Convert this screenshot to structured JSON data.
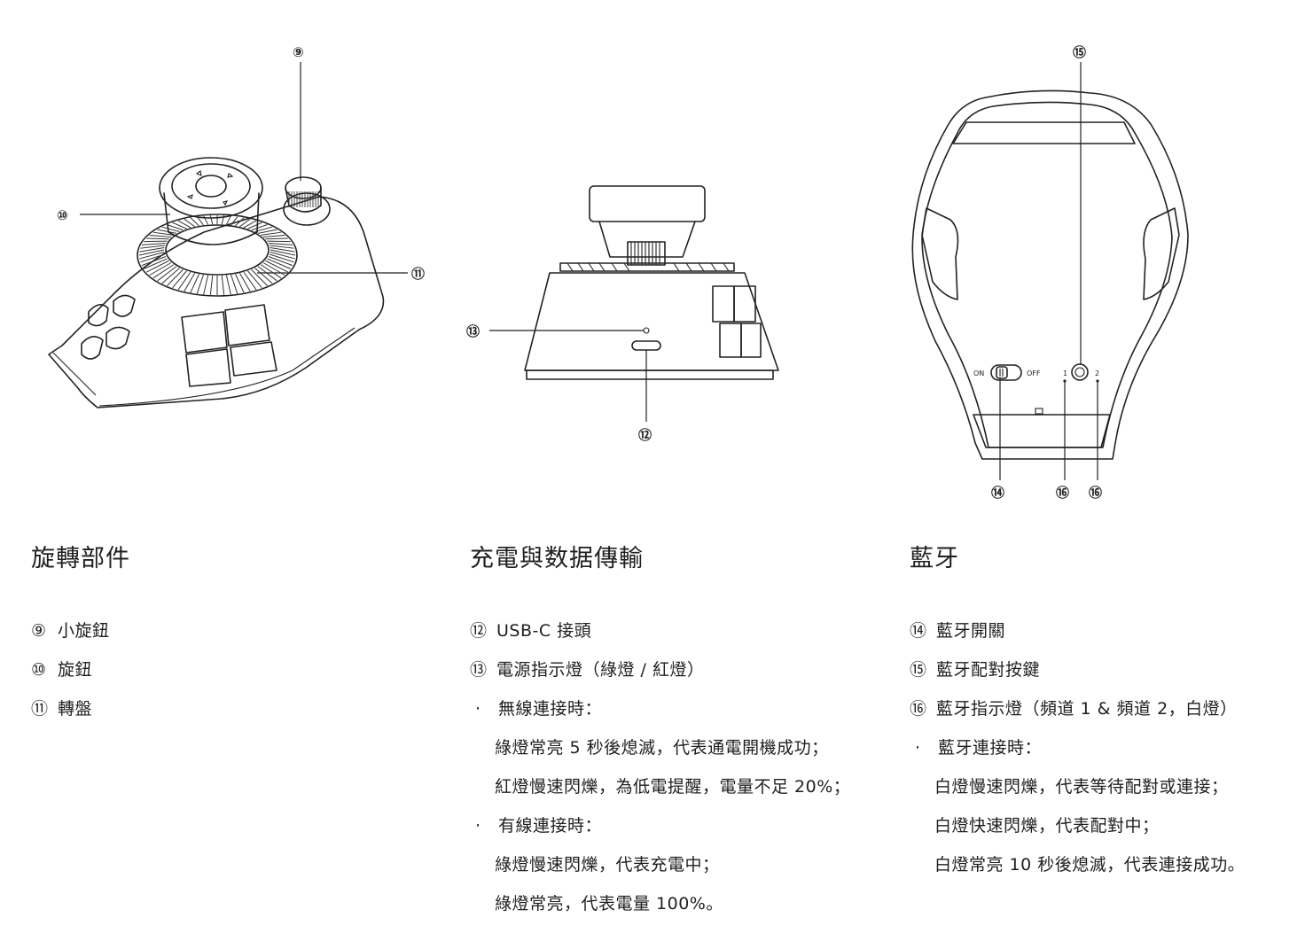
{
  "callouts": {
    "c9": "⑨",
    "c10": "⑩",
    "c11": "⑪",
    "c12": "⑫",
    "c13": "⑬",
    "c14": "⑭",
    "c15": "⑮",
    "c16a": "⑯",
    "c16b": "⑯"
  },
  "switch_labels": {
    "on": "ON",
    "off": "OFF",
    "ch1": "1",
    "ch2": "2"
  },
  "sections": {
    "rotation": {
      "title": "旋轉部件",
      "items": [
        {
          "num": "⑨",
          "text": "小旋鈕"
        },
        {
          "num": "⑩",
          "text": "旋鈕"
        },
        {
          "num": "⑪",
          "text": "轉盤"
        }
      ]
    },
    "charging": {
      "title": "充電與数据傳輸",
      "items": [
        {
          "num": "⑫",
          "text": "USB-C 接頭"
        },
        {
          "num": "⑬",
          "text": "電源指示燈（綠燈 / 紅燈）"
        }
      ],
      "wireless": {
        "bullet": "·",
        "heading": "無線連接時：",
        "lines": [
          "綠燈常亮 5 秒後熄滅，代表通電開機成功；",
          "紅燈慢速閃爍，為低電提醒，電量不足 20%；"
        ]
      },
      "wired": {
        "bullet": "·",
        "heading": "有線連接時：",
        "lines": [
          "綠燈慢速閃爍，代表充電中；",
          "綠燈常亮，代表電量 100%。"
        ]
      }
    },
    "bluetooth": {
      "title": "藍牙",
      "items": [
        {
          "num": "⑭",
          "text": "藍牙開關"
        },
        {
          "num": "⑮",
          "text": "藍牙配對按鍵"
        },
        {
          "num": "⑯",
          "text": "藍牙指示燈（頻道 1 & 頻道 2，白燈）"
        }
      ],
      "connect": {
        "bullet": "·",
        "heading": "藍牙連接時：",
        "lines": [
          "白燈慢速閃爍，代表等待配對或連接；",
          "白燈快速閃爍，代表配對中；",
          "白燈常亮 10 秒後熄滅，代表連接成功。"
        ]
      }
    }
  }
}
